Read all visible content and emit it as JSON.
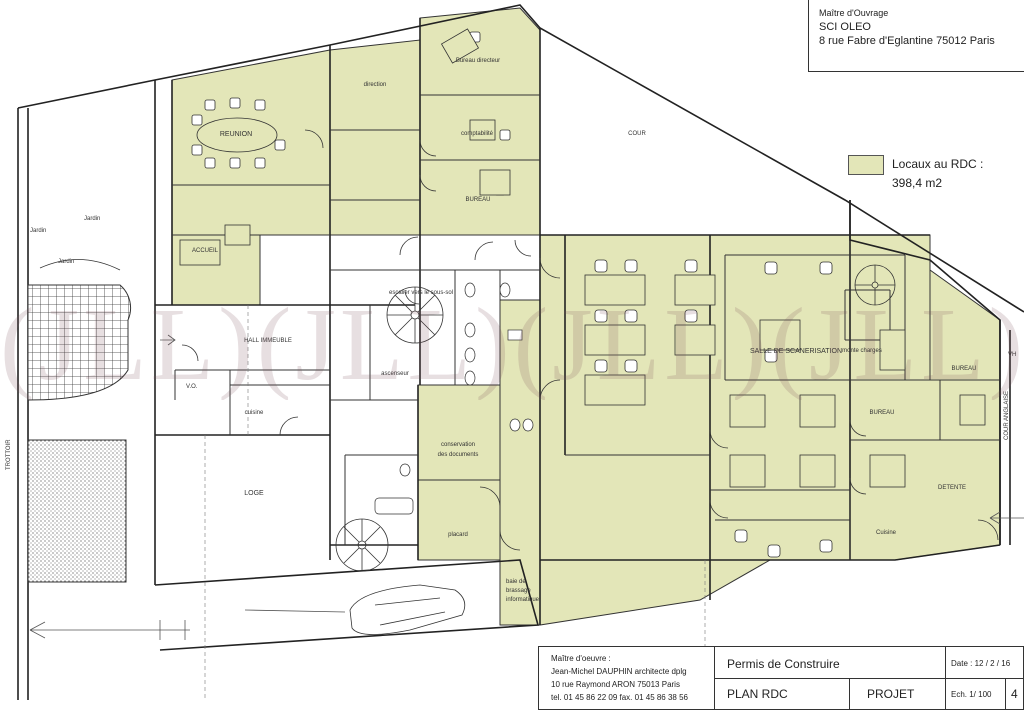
{
  "owner": {
    "heading": "Maître d'Ouvrage",
    "company": "SCI OLEO",
    "address": "8 rue Fabre d'Eglantine 75012 Paris"
  },
  "legend": {
    "line1": "Locaux au RDC :",
    "line2": "398,4 m2",
    "fill_color": "#e3e6b8"
  },
  "rooms": {
    "reunion": "REUNION",
    "direction": "direction",
    "bureau_directeur": "Bureau directeur",
    "comptabilite": "comptabilité",
    "bureau_top": "BUREAU",
    "cour": "COUR",
    "jardin1": "Jardin",
    "jardin2": "Jardin",
    "jardin3": "Jardin",
    "accueil": "ACCUEIL",
    "hall": "HALL IMMEUBLE",
    "ascenseur": "ascenseur",
    "cuisine": "cuisine",
    "loge": "LOGE",
    "conservation1": "conservation",
    "conservation2": "des documents",
    "placard": "placard",
    "baie1": "baie de",
    "baie2": "brassage",
    "baie3": "informatique",
    "salle_scan": "SALLE DE SCANERISATION",
    "monte_charges": "monte charges",
    "bureau_right1": "BUREAU",
    "bureau_right2": "BUREAU",
    "detente": "DETENTE",
    "cuisine2": "Cuisine",
    "trottoir": "TROTTOIR",
    "cour_anglaise": "COUR ANGLAISE",
    "escalier": "escalier vers le sous-sol",
    "vh": "VH",
    "vo": "V.O."
  },
  "title_block": {
    "architect_label": "Maître d'oeuvre :",
    "architect_name": "Jean-Michel DAUPHIN  architecte dplg",
    "architect_address": "10 rue Raymond ARON    75013 Paris",
    "architect_phone": "tel. 01 45 86 22 09  fax. 01 45 86 38 56",
    "permit": "Permis de Construire",
    "date": "Date : 12 / 2 / 16",
    "plan": "PLAN RDC",
    "status": "PROJET",
    "scale": "Ech. 1/ 100",
    "sheet": "4"
  },
  "watermark": "(JLL)(JLL)(JLL)(JLL)"
}
